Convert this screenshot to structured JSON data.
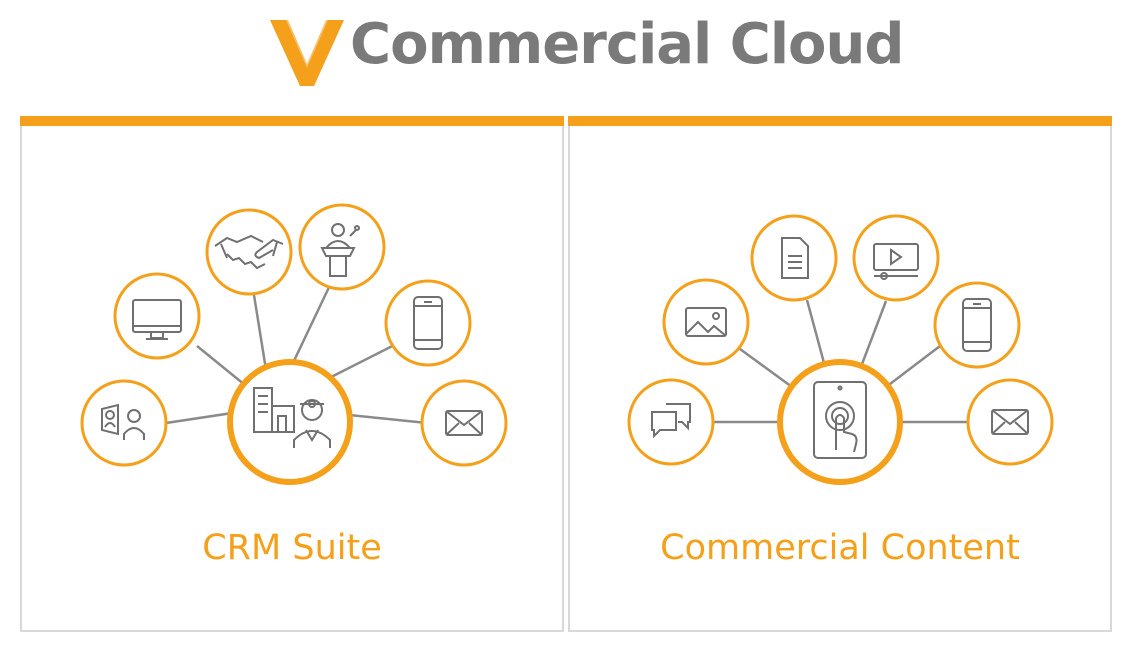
{
  "header": {
    "title": "Commercial Cloud",
    "logo_icon": "v-logo-icon"
  },
  "colors": {
    "accent": "#f5a01a",
    "title_gray": "#7a7a7a",
    "border_gray": "#d8d8d8",
    "icon_gray": "#707070"
  },
  "panels": [
    {
      "caption": "CRM Suite",
      "center_icon": "hospital-doctor-icon",
      "nodes": [
        "meeting-person-icon",
        "monitor-icon",
        "handshake-icon",
        "presenter-podium-icon",
        "mobile-phone-icon",
        "email-icon"
      ]
    },
    {
      "caption": "Commercial Content",
      "center_icon": "tablet-touch-icon",
      "nodes": [
        "chat-bubbles-icon",
        "image-icon",
        "document-icon",
        "video-player-icon",
        "mobile-phone-icon",
        "email-icon"
      ]
    }
  ]
}
